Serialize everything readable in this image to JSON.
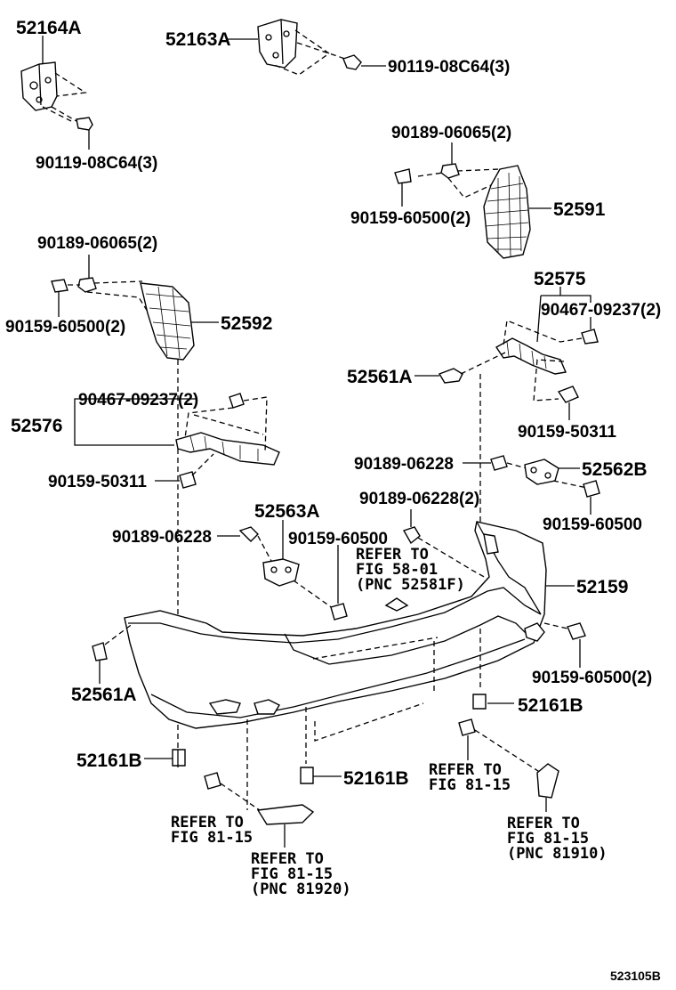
{
  "diagram": {
    "labels": {
      "p52164A": "52164A",
      "p52163A": "52163A",
      "p90119_top_right": "90119-08C64(3)",
      "p90119_left": "90119-08C64(3)",
      "p90189_06065_right": "90189-06065(2)",
      "p90159_60500_2_right": "90159-60500(2)",
      "p52591": "52591",
      "p90189_06065_left": "90189-06065(2)",
      "p90159_60500_2_left": "90159-60500(2)",
      "p52592": "52592",
      "p52575": "52575",
      "p90467_right": "90467-09237(2)",
      "p52561A_top": "52561A",
      "p90159_50311_right": "90159-50311",
      "p90467_left": "90467-09237(2)",
      "p52576": "52576",
      "p90159_50311_left": "90159-50311",
      "p90189_06228_right": "90189-06228",
      "p52562B": "52562B",
      "p90189_06228_2": "90189-06228(2)",
      "p90159_60500_right": "90159-60500",
      "p52563A": "52563A",
      "p90189_06228_left": "90189-06228",
      "p90159_60500_center": "90159-60500",
      "p52159": "52159",
      "p90159_60500_2_bottom": "90159-60500(2)",
      "p52561A_bottom": "52561A",
      "p52161B_right": "52161B",
      "p52161B_left": "52161B",
      "p52161B_center": "52161B"
    },
    "references": {
      "ref58": [
        "REFER TO",
        "FIG 58-01",
        "(PNC 52581F)"
      ],
      "ref81_a": [
        "REFER TO",
        "FIG 81-15"
      ],
      "ref81_b": [
        "REFER TO",
        "FIG 81-15",
        "(PNC 81920)"
      ],
      "ref81_c": [
        "REFER TO",
        "FIG 81-15"
      ],
      "ref81_d": [
        "REFER TO",
        "FIG 81-15",
        "(PNC 81910)"
      ]
    },
    "illustration_code": "523105B"
  }
}
